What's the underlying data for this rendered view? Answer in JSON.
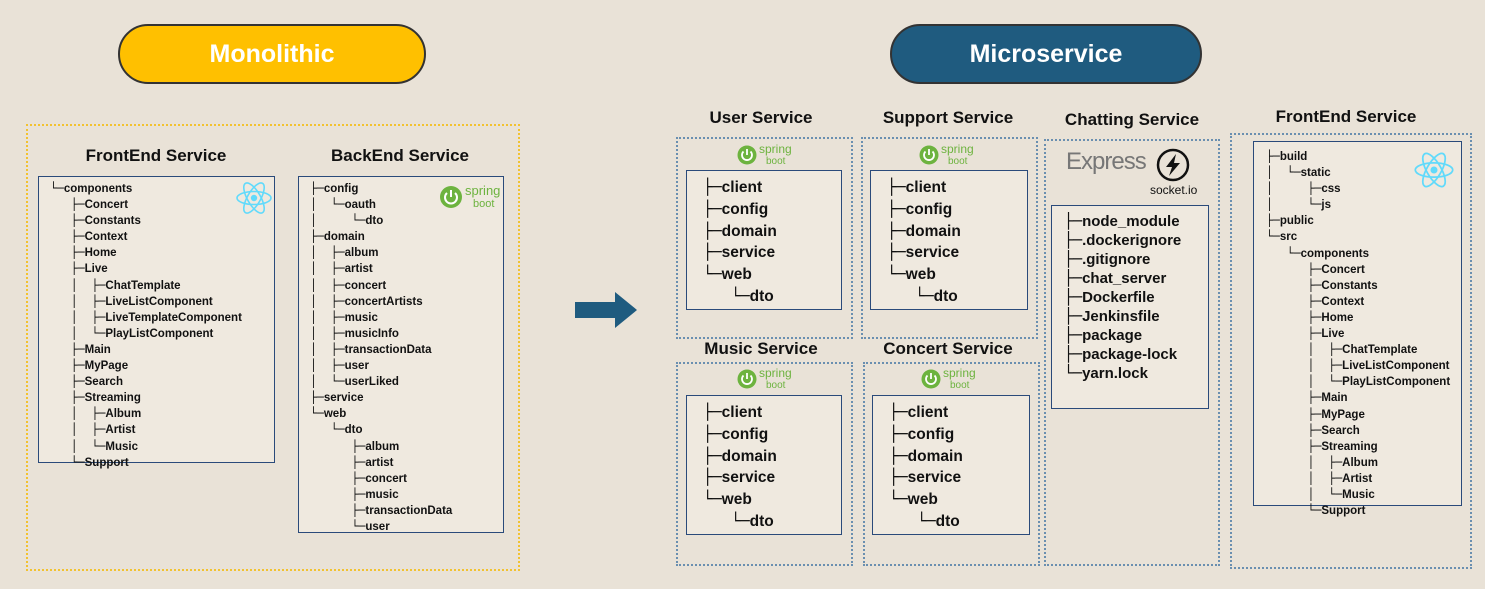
{
  "headers": {
    "monolithic": "Monolithic",
    "microservice": "Microservice"
  },
  "logos": {
    "spring_top": "spring",
    "spring_bottom": "boot",
    "express": "Express",
    "socketio": "socket.io",
    "react_icon": "react-icon",
    "spring_icon": "spring-boot-icon",
    "arrow_icon": "right-arrow-icon"
  },
  "colors": {
    "accent_yellow": "#ffc000",
    "accent_blue": "#1f5b7f",
    "spring_green": "#6db33f",
    "react_blue": "#61dafb"
  },
  "mono_frontend": {
    "title": "FrontEnd Service",
    "tree": [
      {
        "p": "└─",
        "t": "components"
      },
      {
        "p": "   ├─",
        "t": "Concert"
      },
      {
        "p": "   ├─",
        "t": "Constants"
      },
      {
        "p": "   ├─",
        "t": "Context"
      },
      {
        "p": "   ├─",
        "t": "Home"
      },
      {
        "p": "   ├─",
        "t": "Live"
      },
      {
        "p": "   │  ├─",
        "t": "ChatTemplate"
      },
      {
        "p": "   │  ├─",
        "t": "LiveListComponent"
      },
      {
        "p": "   │  ├─",
        "t": "LiveTemplateComponent"
      },
      {
        "p": "   │  └─",
        "t": "PlayListComponent"
      },
      {
        "p": "   ├─",
        "t": "Main"
      },
      {
        "p": "   ├─",
        "t": "MyPage"
      },
      {
        "p": "   ├─",
        "t": "Search"
      },
      {
        "p": "   ├─",
        "t": "Streaming"
      },
      {
        "p": "   │  ├─",
        "t": "Album"
      },
      {
        "p": "   │  ├─",
        "t": "Artist"
      },
      {
        "p": "   │  └─",
        "t": "Music"
      },
      {
        "p": "   └─",
        "t": "Support"
      }
    ]
  },
  "mono_backend": {
    "title": "BackEnd Service",
    "tree": [
      {
        "p": "├─",
        "t": "config"
      },
      {
        "p": "│  └─",
        "t": "oauth"
      },
      {
        "p": "│     └─",
        "t": "dto"
      },
      {
        "p": "├─",
        "t": "domain"
      },
      {
        "p": "│  ├─",
        "t": "album"
      },
      {
        "p": "│  ├─",
        "t": "artist"
      },
      {
        "p": "│  ├─",
        "t": "concert"
      },
      {
        "p": "│  ├─",
        "t": "concertArtists"
      },
      {
        "p": "│  ├─",
        "t": "music"
      },
      {
        "p": "│  ├─",
        "t": "musicInfo"
      },
      {
        "p": "│  ├─",
        "t": "transactionData"
      },
      {
        "p": "│  ├─",
        "t": "user"
      },
      {
        "p": "│  └─",
        "t": "userLiked"
      },
      {
        "p": "├─",
        "t": "service"
      },
      {
        "p": "└─",
        "t": "web"
      },
      {
        "p": "   └─",
        "t": "dto"
      },
      {
        "p": "      ├─",
        "t": "album"
      },
      {
        "p": "      ├─",
        "t": "artist"
      },
      {
        "p": "      ├─",
        "t": "concert"
      },
      {
        "p": "      ├─",
        "t": "music"
      },
      {
        "p": "      ├─",
        "t": "transactionData"
      },
      {
        "p": "      └─",
        "t": "user"
      }
    ]
  },
  "services_tree": [
    {
      "p": "├─",
      "t": "client"
    },
    {
      "p": "├─",
      "t": "config"
    },
    {
      "p": "├─",
      "t": "domain"
    },
    {
      "p": "├─",
      "t": "service"
    },
    {
      "p": "└─",
      "t": "web"
    },
    {
      "p": "   └─",
      "t": "dto"
    }
  ],
  "user_service": {
    "title": "User Service"
  },
  "support_service": {
    "title": "Support Service"
  },
  "music_service": {
    "title": "Music Service"
  },
  "concert_service": {
    "title": "Concert Service"
  },
  "chatting_service": {
    "title": "Chatting Service",
    "tree": [
      {
        "p": "├─",
        "t": "node_module"
      },
      {
        "p": "├─",
        "t": ".dockerignore"
      },
      {
        "p": "├─",
        "t": ".gitignore"
      },
      {
        "p": "├─",
        "t": "chat_server"
      },
      {
        "p": "├─",
        "t": "Dockerfile"
      },
      {
        "p": "├─",
        "t": "Jenkinsfile"
      },
      {
        "p": "├─",
        "t": "package"
      },
      {
        "p": "├─",
        "t": "package-lock"
      },
      {
        "p": "└─",
        "t": "yarn.lock"
      }
    ]
  },
  "ms_frontend": {
    "title": "FrontEnd Service",
    "tree": [
      {
        "p": "├─",
        "t": "build"
      },
      {
        "p": "│  └─",
        "t": "static"
      },
      {
        "p": "│     ├─",
        "t": "css"
      },
      {
        "p": "│     └─",
        "t": "js"
      },
      {
        "p": "├─",
        "t": "public"
      },
      {
        "p": "└─",
        "t": "src"
      },
      {
        "p": "   └─",
        "t": "components"
      },
      {
        "p": "      ├─",
        "t": "Concert"
      },
      {
        "p": "      ├─",
        "t": "Constants"
      },
      {
        "p": "      ├─",
        "t": "Context"
      },
      {
        "p": "      ├─",
        "t": "Home"
      },
      {
        "p": "      ├─",
        "t": "Live"
      },
      {
        "p": "      │  ├─",
        "t": "ChatTemplate"
      },
      {
        "p": "      │  ├─",
        "t": "LiveListComponent"
      },
      {
        "p": "      │  └─",
        "t": "PlayListComponent"
      },
      {
        "p": "      ├─",
        "t": "Main"
      },
      {
        "p": "      ├─",
        "t": "MyPage"
      },
      {
        "p": "      ├─",
        "t": "Search"
      },
      {
        "p": "      ├─",
        "t": "Streaming"
      },
      {
        "p": "      │  ├─",
        "t": "Album"
      },
      {
        "p": "      │  ├─",
        "t": "Artist"
      },
      {
        "p": "      │  └─",
        "t": "Music"
      },
      {
        "p": "      └─",
        "t": "Support"
      }
    ]
  }
}
